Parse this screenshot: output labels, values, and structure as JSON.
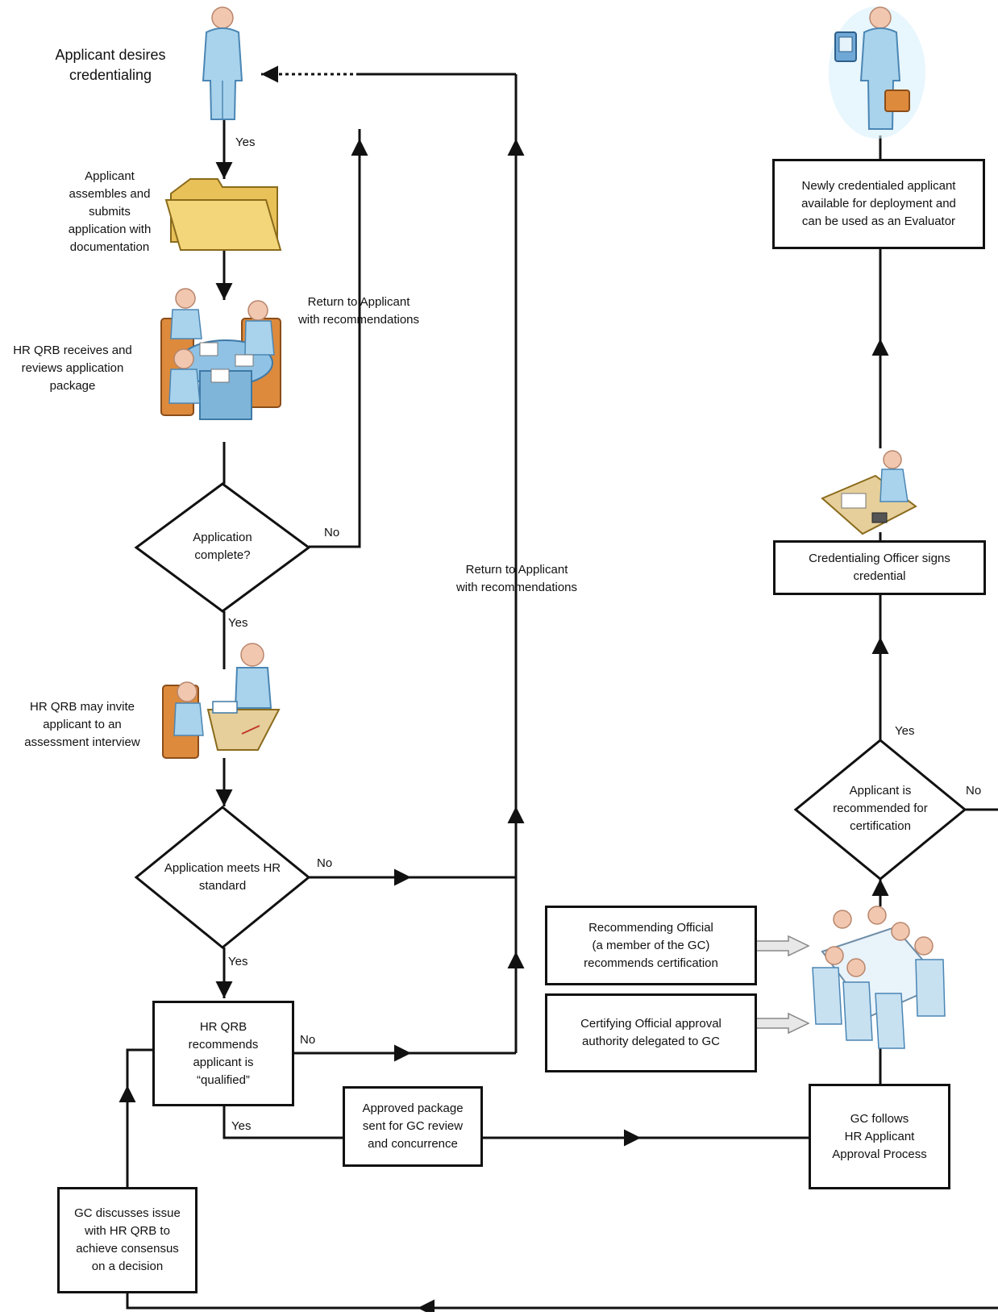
{
  "start": {
    "label_line1": "Applicant desires",
    "label_line2": "credentialing"
  },
  "steps": {
    "assemble": [
      "Applicant",
      "assembles and",
      "submits",
      "application with",
      "documentation"
    ],
    "review": [
      "HR QRB receives and",
      "reviews application",
      "package"
    ],
    "invite": [
      "HR QRB may invite",
      "applicant to an",
      "assessment interview"
    ]
  },
  "decisions": {
    "complete": [
      "Application",
      "complete?"
    ],
    "meets_standard": [
      "Application meets HR",
      "standard"
    ],
    "recommended_cert": [
      "Applicant is",
      "recommended for",
      "certification"
    ]
  },
  "boxes": {
    "qualified": [
      "HR QRB",
      "recommends",
      "applicant is",
      "“qualified”"
    ],
    "approved_package": [
      "Approved package",
      "sent for GC review",
      "and concurrence"
    ],
    "gc_follows": [
      "GC follows",
      "HR Applicant",
      "Approval Process"
    ],
    "gc_discusses": [
      "GC discusses issue",
      "with HR QRB to",
      "achieve consensus",
      "on a decision"
    ],
    "recommending_official": [
      "Recommending Official",
      "(a member of the GC)",
      "recommends certification"
    ],
    "certifying_official": [
      "Certifying Official approval",
      "authority delegated to GC"
    ],
    "officer_signs": [
      "Credentialing Officer signs",
      "credential"
    ],
    "newly_credentialed": [
      "Newly credentialed applicant",
      "available for deployment and",
      "can be used as an Evaluator"
    ]
  },
  "returns": {
    "return1": [
      "Return to Applicant",
      "with recommendations"
    ],
    "return2": [
      "Return to Applicant",
      "with recommendations"
    ]
  },
  "edge_labels": {
    "yes": "Yes",
    "no": "No"
  },
  "icons": [
    "person-icon",
    "folder-icon",
    "meeting-table-icon",
    "interview-desk-icon",
    "officer-desk-icon",
    "board-meeting-icon",
    "credentialed-person-icon"
  ],
  "colors": {
    "line": "#111111",
    "figure_fill": "#a9d3ec",
    "figure_stroke": "#4b86b4",
    "skin": "#f1c7b0",
    "folder": "#e9c159",
    "wood": "#dd8a3c",
    "desk_top": "#e6cf9a",
    "hollow_arrow": "#c8c8c8"
  }
}
